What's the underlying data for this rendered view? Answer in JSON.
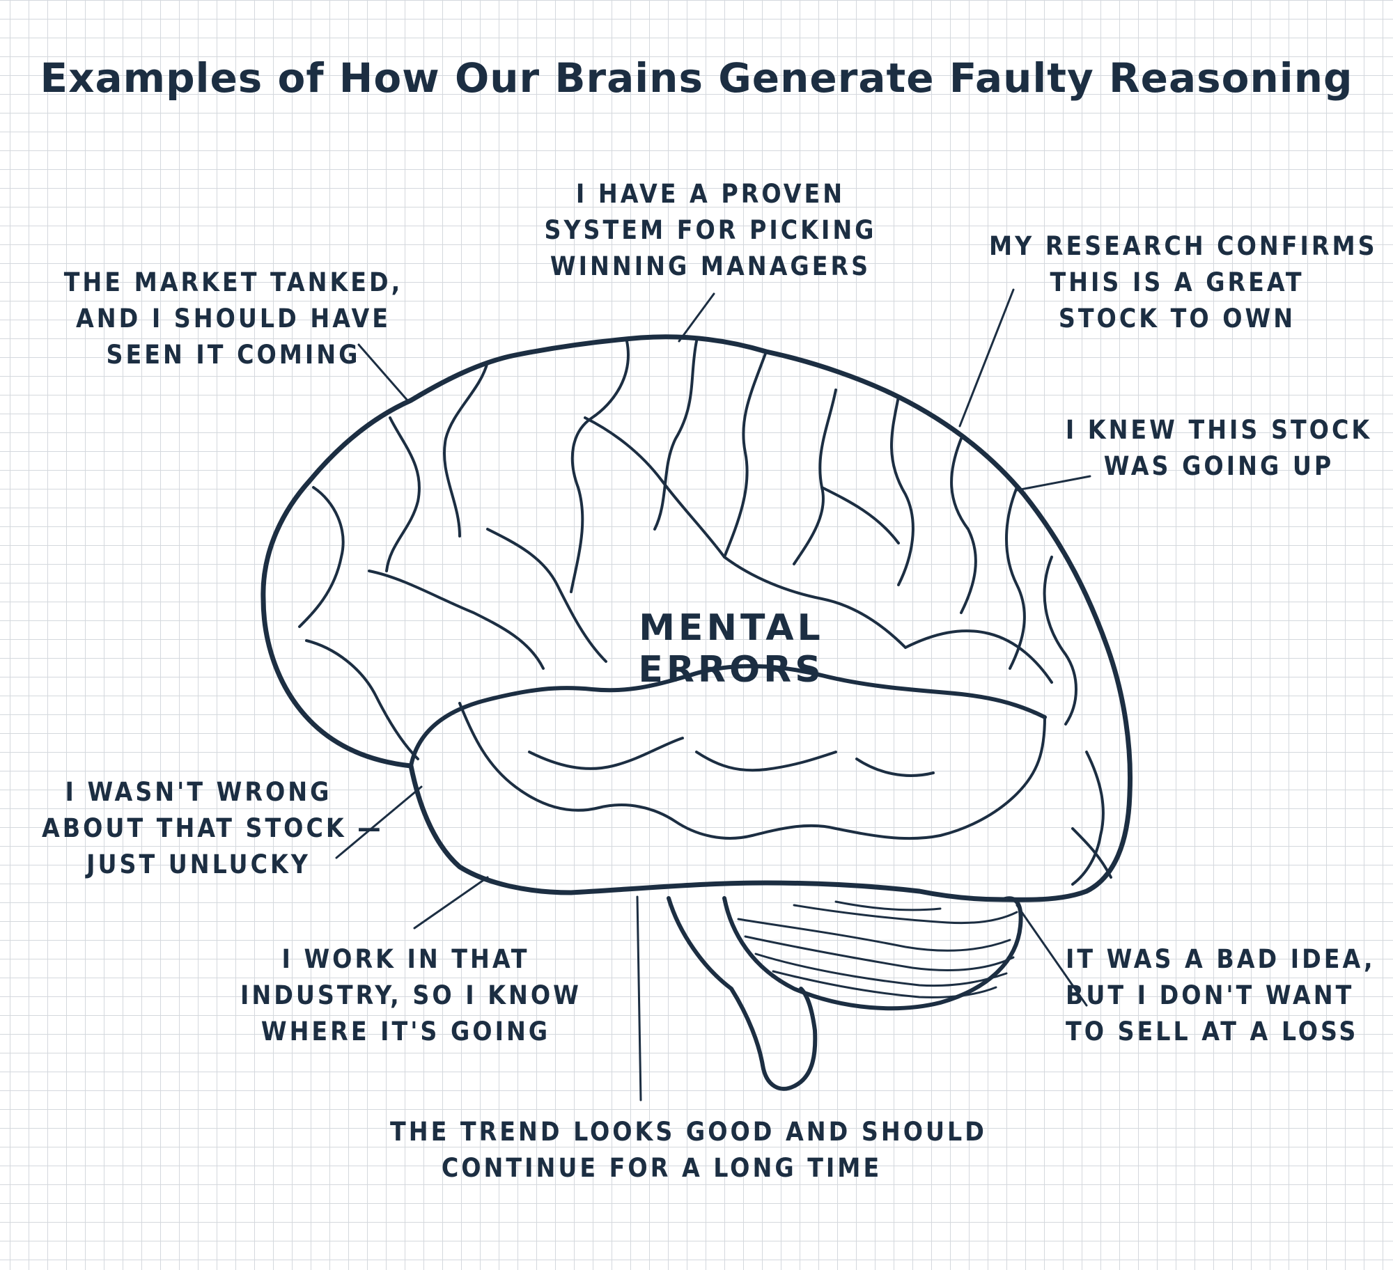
{
  "title": "Examples of How Our Brains Generate Faulty Reasoning",
  "center_label": "MENTAL ERRORS",
  "callouts": {
    "proven_system": [
      "I HAVE A PROVEN",
      "SYSTEM FOR PICKING",
      "WINNING MANAGERS"
    ],
    "research_confirms": [
      "MY RESEARCH CONFIRMS",
      "THIS IS A GREAT",
      "STOCK TO OWN"
    ],
    "market_tanked": [
      "THE MARKET TANKED,",
      "AND I SHOULD HAVE",
      "SEEN IT COMING"
    ],
    "knew_stock": [
      "I KNEW THIS STOCK",
      "WAS GOING UP"
    ],
    "wasnt_wrong": [
      "I WASN'T WRONG",
      "ABOUT THAT STOCK —",
      "JUST UNLUCKY"
    ],
    "work_industry": [
      "I WORK IN THAT",
      "INDUSTRY, SO I KNOW",
      "WHERE IT'S GOING"
    ],
    "bad_idea": [
      "IT WAS A BAD IDEA,",
      "BUT  I DON'T WANT",
      "TO SELL AT A LOSS"
    ],
    "trend_good": [
      "THE TREND LOOKS GOOD  AND SHOULD",
      "CONTINUE FOR A LONG TIME"
    ]
  },
  "colors": {
    "ink": "#1c2e42",
    "grid": "#d4d8dd",
    "background": "#ffffff"
  }
}
